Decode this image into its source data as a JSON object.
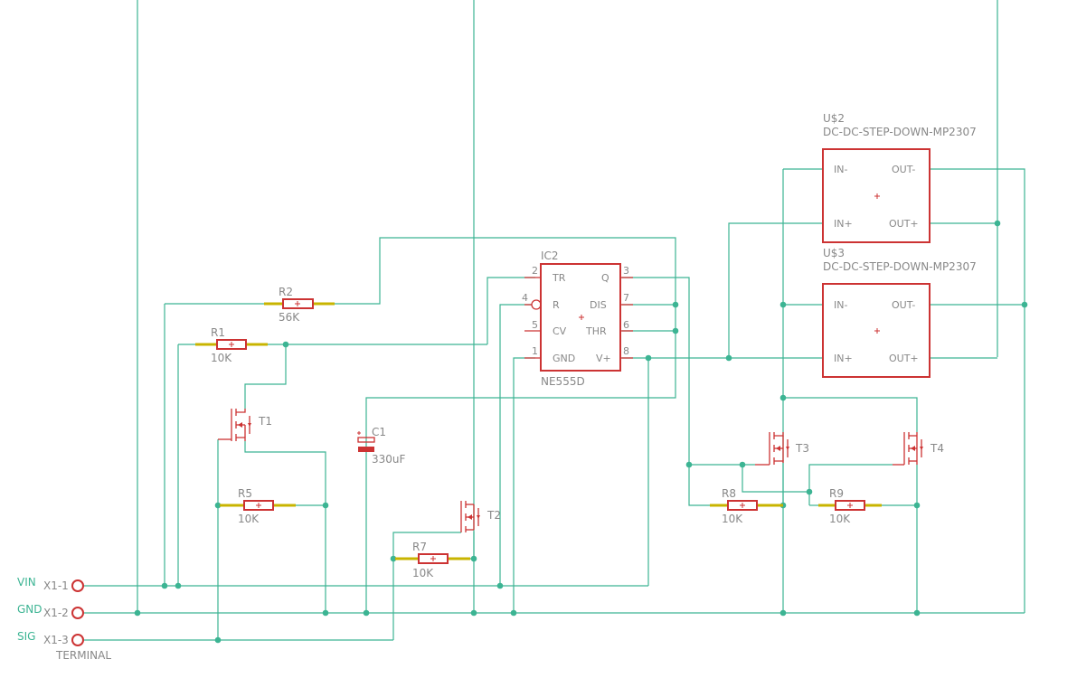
{
  "components": {
    "r1": {
      "name": "R1",
      "value": "10K"
    },
    "r2": {
      "name": "R2",
      "value": "56K"
    },
    "r5": {
      "name": "R5",
      "value": "10K"
    },
    "r7": {
      "name": "R7",
      "value": "10K"
    },
    "r8": {
      "name": "R8",
      "value": "10K"
    },
    "r9": {
      "name": "R9",
      "value": "10K"
    },
    "c1": {
      "name": "C1",
      "value": "330uF"
    },
    "t1": {
      "name": "T1"
    },
    "t2": {
      "name": "T2"
    },
    "t3": {
      "name": "T3"
    },
    "t4": {
      "name": "T4"
    },
    "ic2": {
      "name": "IC2",
      "value": "NE555D",
      "pins": {
        "tr": "TR",
        "tr_num": "2",
        "r": "R",
        "r_num": "4",
        "cv": "CV",
        "cv_num": "5",
        "gnd": "GND",
        "gnd_num": "1",
        "q": "Q",
        "q_num": "3",
        "dis": "DIS",
        "dis_num": "7",
        "thr": "THR",
        "thr_num": "6",
        "vplus": "V+",
        "vplus_num": "8"
      }
    },
    "u2": {
      "name": "U$2",
      "value": "DC-DC-STEP-DOWN-MP2307",
      "in_minus": "IN-",
      "in_plus": "IN+",
      "out_minus": "OUT-",
      "out_plus": "OUT+"
    },
    "u3": {
      "name": "U$3",
      "value": "DC-DC-STEP-DOWN-MP2307",
      "in_minus": "IN-",
      "in_plus": "IN+",
      "out_minus": "OUT-",
      "out_plus": "OUT+"
    }
  },
  "terminal": {
    "value": "TERMINAL",
    "pins": [
      {
        "net": "VIN",
        "pin": "X1-1"
      },
      {
        "net": "GND",
        "pin": "X1-2"
      },
      {
        "net": "SIG",
        "pin": "X1-3"
      }
    ]
  }
}
